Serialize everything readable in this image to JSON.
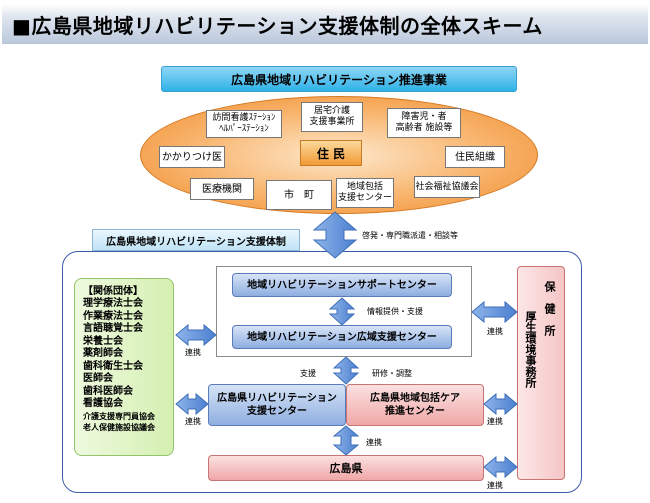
{
  "title": "■広島県地域リハビリテーション支援体制の全体スキーム",
  "promotion_banner": "広島県地域リハビリテーション推進事業",
  "community": {
    "center": "住 民",
    "visiting_nursing": [
      "訪問看護ｽﾃｰｼｮﾝ",
      "ﾍﾙﾊﾟｰｽﾃｰｼｮﾝ"
    ],
    "home_care": [
      "居宅介護",
      "支援事業所"
    ],
    "disabled_facilities": [
      "障害児・者",
      "高齢者 施設等"
    ],
    "family_doctor": "かかりつけ医",
    "resident_org": "住民組織",
    "medical_institution": "医療機関",
    "municipality": "市　町",
    "comprehensive_center": [
      "地域包括",
      "支援センター"
    ],
    "social_welfare": "社会福祉協議会"
  },
  "system_label": "広島県地域リハビリテーション支援体制",
  "top_arrow_label": "啓発・専門職派遣・相談等",
  "center": {
    "support_center": "地域リハビリテーションサポートセンター",
    "info_label": "情報提供・支援",
    "wide_area_center": "地域リハビリテーション広域支援センター"
  },
  "support_label": "支援",
  "research_label": "研修・調整",
  "pref_rehab_center": [
    "広島県リハビリテーション",
    "支援センター"
  ],
  "pref_comprehensive_center": [
    "広島県地域包括ケア",
    "推進センター"
  ],
  "prefecture": "広島県",
  "related_groups": {
    "title": "【関係団体】",
    "items": [
      "理学療法士会",
      "作業療法士会",
      "言語聴覚士会",
      "栄養士会",
      "薬剤師会",
      "歯科衛生士会",
      "医師会",
      "歯科医師会",
      "看護協会"
    ],
    "small_items": [
      "介護支援専門員協会",
      "老人保健施設協議会"
    ]
  },
  "health_center": {
    "col1": "保　健　所",
    "col2": "厚生環境事務所"
  },
  "link_label": "連携",
  "colors": {
    "orange": "#f29a36",
    "blue_arrow": "#5b8fd6",
    "green": "#d4efb1",
    "pink": "#f0a7a7",
    "frame": "#3b5ea8"
  }
}
